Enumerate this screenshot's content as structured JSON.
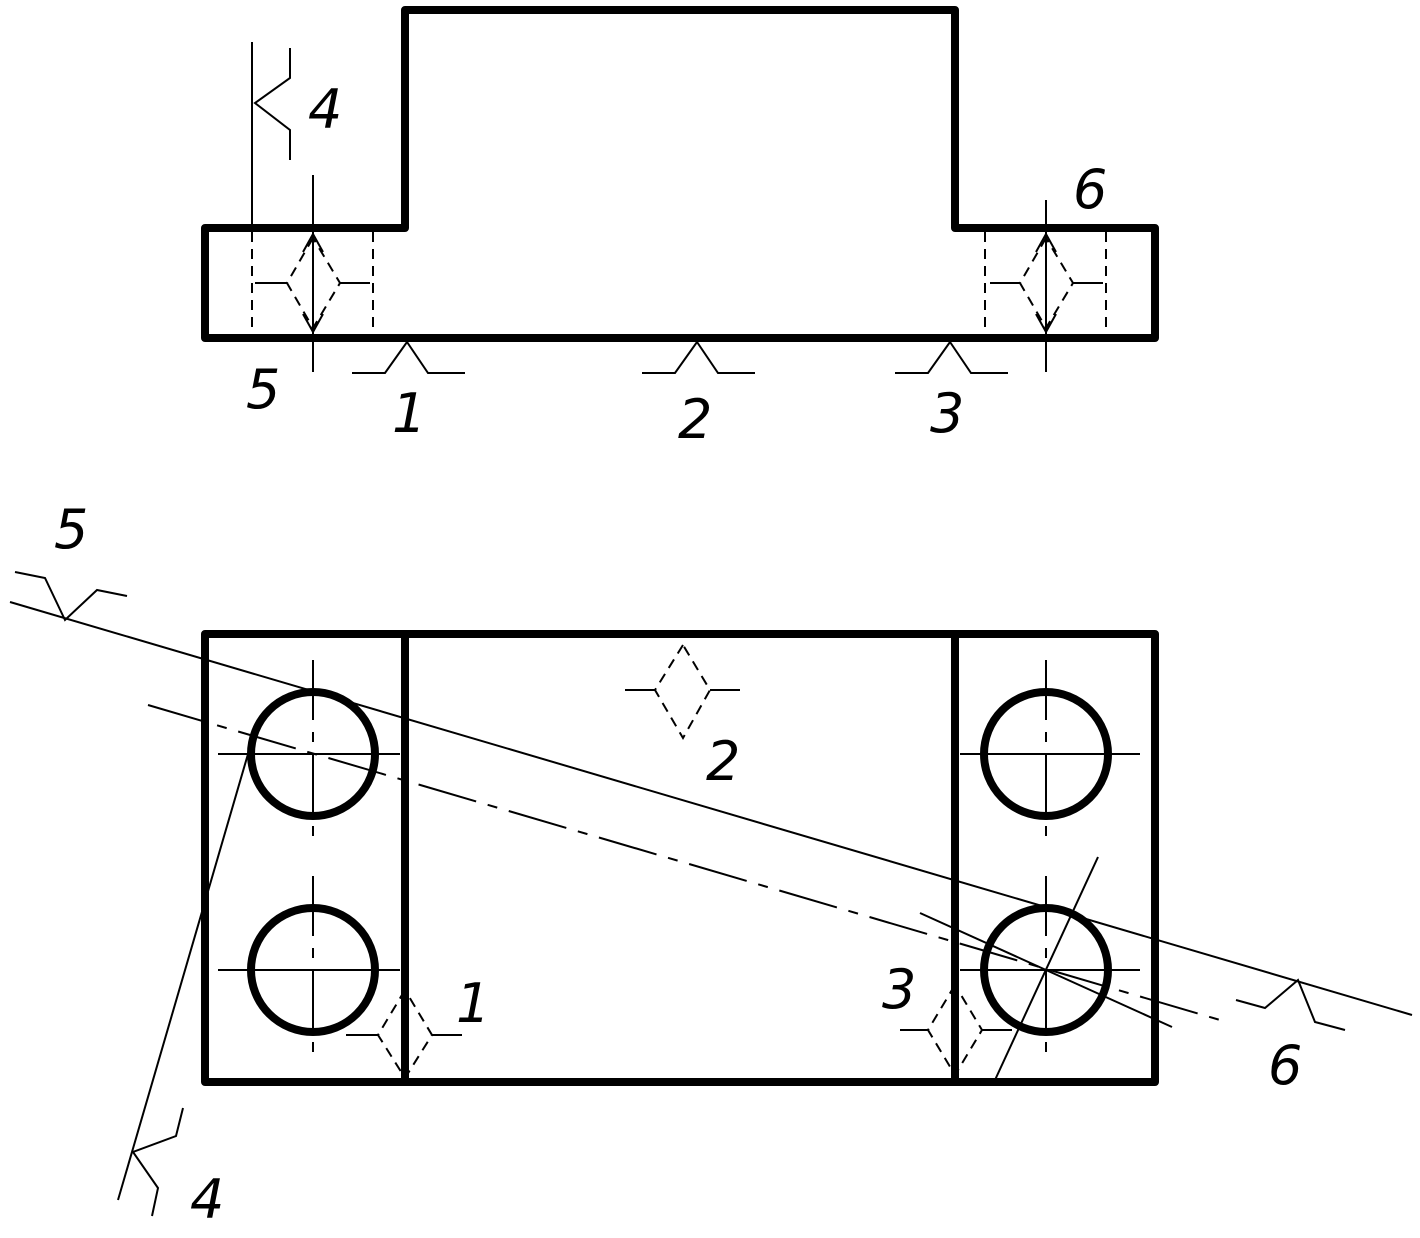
{
  "views": {
    "front": {
      "labels": [
        "4",
        "6",
        "5",
        "1",
        "2",
        "3"
      ]
    },
    "plan": {
      "labels": [
        "5",
        "2",
        "1",
        "3",
        "6",
        "4"
      ]
    }
  }
}
